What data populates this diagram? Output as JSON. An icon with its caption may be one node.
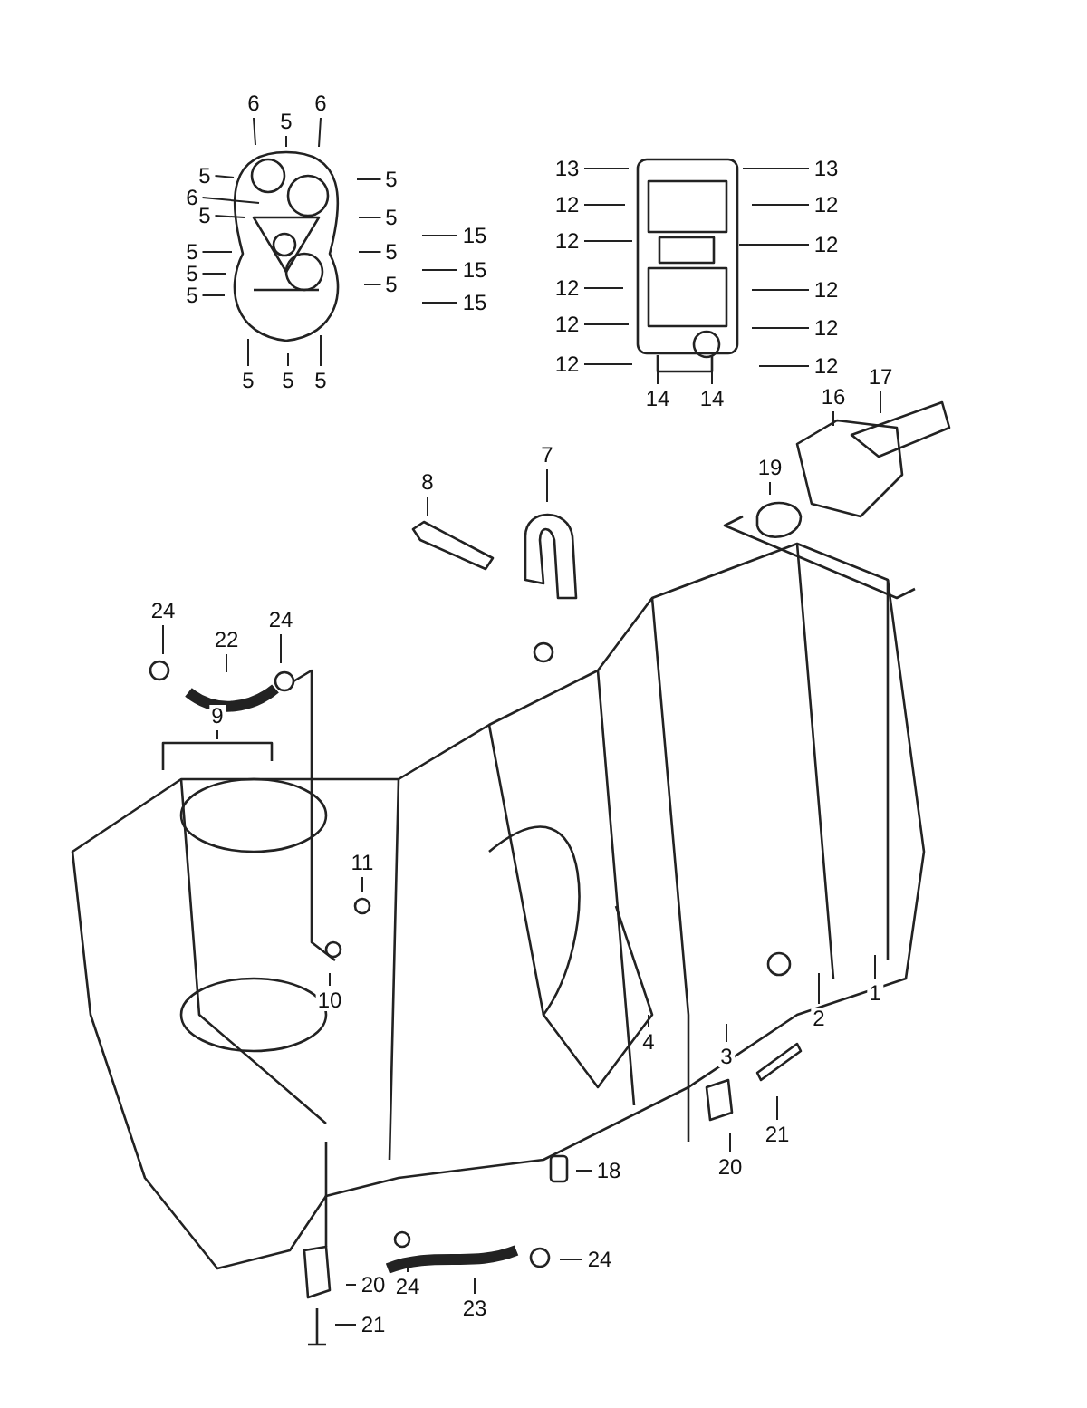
{
  "diagram": {
    "nodes": [
      {
        "text": [
          "6"
        ]
      },
      {
        "text": [
          "5"
        ]
      },
      {
        "text": [
          "6"
        ]
      },
      {
        "text": [
          "5"
        ]
      },
      {
        "text": [
          "6"
        ]
      },
      {
        "text": [
          "5"
        ]
      },
      {
        "text": [
          "5"
        ]
      },
      {
        "text": [
          "5"
        ]
      },
      {
        "text": [
          "5"
        ]
      },
      {
        "text": [
          "5"
        ]
      },
      {
        "text": [
          "5"
        ]
      },
      {
        "text": [
          "15"
        ]
      },
      {
        "text": [
          "5"
        ]
      },
      {
        "text": [
          "15"
        ]
      },
      {
        "text": [
          "5"
        ]
      },
      {
        "text": [
          "15"
        ]
      },
      {
        "text": [
          "5"
        ]
      },
      {
        "text": [
          "5"
        ]
      },
      {
        "text": [
          "5"
        ]
      },
      {
        "text": [
          "13"
        ]
      },
      {
        "text": [
          "13"
        ]
      },
      {
        "text": [
          "12"
        ]
      },
      {
        "text": [
          "12"
        ]
      },
      {
        "text": [
          "12"
        ]
      },
      {
        "text": [
          "12"
        ]
      },
      {
        "text": [
          "12"
        ]
      },
      {
        "text": [
          "12"
        ]
      },
      {
        "text": [
          "12"
        ]
      },
      {
        "text": [
          "12"
        ]
      },
      {
        "text": [
          "12"
        ]
      },
      {
        "text": [
          "12"
        ]
      },
      {
        "text": [
          "14"
        ]
      },
      {
        "text": [
          "14"
        ]
      },
      {
        "text": [
          "17"
        ]
      },
      {
        "text": [
          "16"
        ]
      },
      {
        "text": [
          "19"
        ]
      },
      {
        "text": [
          "7"
        ]
      },
      {
        "text": [
          "8"
        ]
      },
      {
        "text": [
          "24"
        ]
      },
      {
        "text": [
          "24"
        ]
      },
      {
        "text": [
          "22"
        ]
      },
      {
        "text": [
          "9"
        ]
      },
      {
        "text": [
          "11"
        ]
      },
      {
        "text": [
          "10"
        ]
      },
      {
        "text": [
          "1"
        ]
      },
      {
        "text": [
          "2"
        ]
      },
      {
        "text": [
          "4"
        ]
      },
      {
        "text": [
          "3"
        ]
      },
      {
        "text": [
          "21"
        ]
      },
      {
        "text": [
          "20"
        ]
      },
      {
        "text": [
          "18"
        ]
      },
      {
        "text": [
          "24"
        ]
      },
      {
        "text": [
          "20"
        ]
      },
      {
        "text": [
          "24"
        ]
      },
      {
        "text": [
          "23"
        ]
      },
      {
        "text": [
          "21"
        ]
      }
    ],
    "edges": [
      {
        "from": 0,
        "to": null,
        "arrow": "none"
      },
      {
        "from": 1,
        "to": null,
        "arrow": "none"
      },
      {
        "from": 2,
        "to": null,
        "arrow": "none"
      },
      {
        "from": 3,
        "to": null,
        "arrow": "none"
      },
      {
        "from": 4,
        "to": null,
        "arrow": "none"
      },
      {
        "from": 5,
        "to": null,
        "arrow": "none"
      },
      {
        "from": 6,
        "to": null,
        "arrow": "none"
      },
      {
        "from": 7,
        "to": null,
        "arrow": "none"
      },
      {
        "from": 8,
        "to": null,
        "arrow": "none"
      },
      {
        "from": 9,
        "to": null,
        "arrow": "none"
      },
      {
        "from": 10,
        "to": null,
        "arrow": "none"
      },
      {
        "from": 11,
        "to": null,
        "arrow": "none"
      },
      {
        "from": 12,
        "to": null,
        "arrow": "none"
      },
      {
        "from": 13,
        "to": null,
        "arrow": "none"
      },
      {
        "from": 14,
        "to": null,
        "arrow": "none"
      },
      {
        "from": 15,
        "to": null,
        "arrow": "none"
      },
      {
        "from": 16,
        "to": null,
        "arrow": "none"
      },
      {
        "from": 17,
        "to": null,
        "arrow": "none"
      },
      {
        "from": 18,
        "to": null,
        "arrow": "none"
      },
      {
        "from": 19,
        "to": null,
        "arrow": "none"
      },
      {
        "from": 20,
        "to": null,
        "arrow": "none"
      },
      {
        "from": 21,
        "to": null,
        "arrow": "none"
      },
      {
        "from": 22,
        "to": null,
        "arrow": "none"
      },
      {
        "from": 23,
        "to": null,
        "arrow": "none"
      },
      {
        "from": 24,
        "to": null,
        "arrow": "none"
      },
      {
        "from": 25,
        "to": null,
        "arrow": "none"
      },
      {
        "from": 26,
        "to": null,
        "arrow": "none"
      },
      {
        "from": 27,
        "to": null,
        "arrow": "none"
      },
      {
        "from": 28,
        "to": null,
        "arrow": "none"
      },
      {
        "from": 29,
        "to": null,
        "arrow": "none"
      },
      {
        "from": 30,
        "to": null,
        "arrow": "none"
      },
      {
        "from": 31,
        "to": null,
        "arrow": "none"
      },
      {
        "from": 32,
        "to": null,
        "arrow": "none"
      },
      {
        "from": 33,
        "to": null,
        "arrow": "none"
      },
      {
        "from": 34,
        "to": null,
        "arrow": "none"
      },
      {
        "from": 35,
        "to": null,
        "arrow": "none"
      },
      {
        "from": 36,
        "to": null,
        "arrow": "none"
      },
      {
        "from": 37,
        "to": null,
        "arrow": "none"
      },
      {
        "from": 38,
        "to": null,
        "arrow": "none"
      },
      {
        "from": 39,
        "to": null,
        "arrow": "none"
      },
      {
        "from": 40,
        "to": null,
        "arrow": "none"
      },
      {
        "from": 41,
        "to": null,
        "arrow": "none"
      },
      {
        "from": 42,
        "to": null,
        "arrow": "none"
      },
      {
        "from": 43,
        "to": null,
        "arrow": "none"
      },
      {
        "from": 44,
        "to": null,
        "arrow": "none"
      },
      {
        "from": 45,
        "to": null,
        "arrow": "none"
      },
      {
        "from": 46,
        "to": null,
        "arrow": "none"
      },
      {
        "from": 47,
        "to": null,
        "arrow": "none"
      },
      {
        "from": 48,
        "to": null,
        "arrow": "none"
      },
      {
        "from": 49,
        "to": null,
        "arrow": "none"
      },
      {
        "from": 50,
        "to": null,
        "arrow": "none"
      },
      {
        "from": 51,
        "to": null,
        "arrow": "none"
      },
      {
        "from": 52,
        "to": null,
        "arrow": "none"
      },
      {
        "from": 53,
        "to": null,
        "arrow": "none"
      },
      {
        "from": 54,
        "to": null,
        "arrow": "none"
      },
      {
        "from": 55,
        "to": null,
        "arrow": "none"
      }
    ]
  }
}
